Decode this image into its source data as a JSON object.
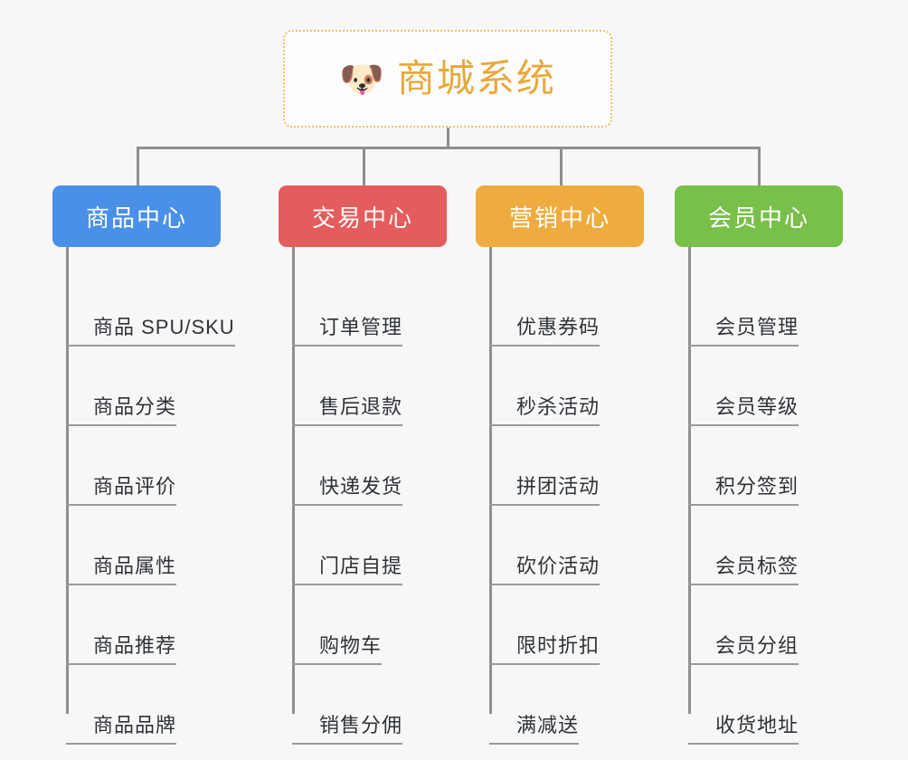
{
  "root": {
    "icon": "dog-face-icon",
    "icon_glyph": "🐶",
    "title": "商城系统",
    "title_color": "#e8a93c",
    "border_color": "#f0c067"
  },
  "background_color": "#f7f7f7",
  "connector_color": "#8e8e8e",
  "leaf_text_color": "#2f3338",
  "leaf_rule_color": "#9a9a9a",
  "categories": [
    {
      "label": "商品中心",
      "color": "#4a90e8",
      "children": [
        {
          "label": "商品 SPU/SKU"
        },
        {
          "label": "商品分类"
        },
        {
          "label": "商品评价"
        },
        {
          "label": "商品属性"
        },
        {
          "label": "商品推荐"
        },
        {
          "label": "商品品牌"
        }
      ]
    },
    {
      "label": "交易中心",
      "color": "#e45c5c",
      "children": [
        {
          "label": "订单管理"
        },
        {
          "label": "售后退款"
        },
        {
          "label": "快递发货"
        },
        {
          "label": "门店自提"
        },
        {
          "label": "购物车"
        },
        {
          "label": "销售分佣"
        }
      ]
    },
    {
      "label": "营销中心",
      "color": "#eeac3f",
      "children": [
        {
          "label": "优惠券码"
        },
        {
          "label": "秒杀活动"
        },
        {
          "label": "拼团活动"
        },
        {
          "label": "砍价活动"
        },
        {
          "label": "限时折扣"
        },
        {
          "label": "满减送"
        }
      ]
    },
    {
      "label": "会员中心",
      "color": "#79c04a",
      "children": [
        {
          "label": "会员管理"
        },
        {
          "label": "会员等级"
        },
        {
          "label": "积分签到"
        },
        {
          "label": "会员标签"
        },
        {
          "label": "会员分组"
        },
        {
          "label": "收货地址"
        }
      ]
    }
  ]
}
